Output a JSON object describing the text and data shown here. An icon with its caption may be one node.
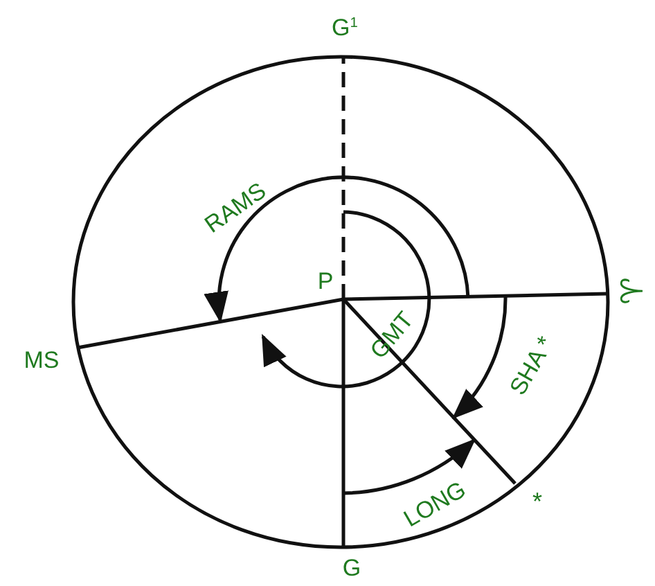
{
  "diagram": {
    "labels": [
      "G$^{1}$",
      "RAMS",
      "P",
      "♈",
      "MS",
      "GMT",
      "SHA *",
      "LONG",
      "*",
      "G"
    ]
  }
}
